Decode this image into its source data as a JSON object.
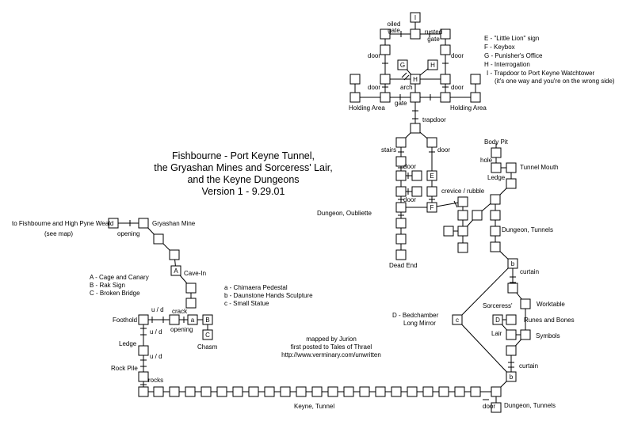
{
  "title": {
    "lines": [
      "Fishbourne - Port Keyne Tunnel,",
      "the Gryashan Mines and Sorceress' Lair,",
      "and the Keyne Dungeons",
      "Version 1 - 9.29.01"
    ]
  },
  "legend_top": [
    "E - \"Little Lion\" sign",
    "F - Keybox",
    "G - Punisher's Office",
    "H - Interrogation",
    "I - Trapdoor to Port Keyne Watchtower",
    "(it's one way and you're on the wrong side)"
  ],
  "legend_abc": [
    "A - Cage and Canary",
    "B - Rak Sign",
    "C - Broken Bridge"
  ],
  "legend_lower": [
    "a - Chimaera Pedestal",
    "b - Daunstone Hands Sculpture",
    "c - Small Statue"
  ],
  "legend_d": [
    "D - Bedchamber",
    "Long Mirror"
  ],
  "credits": [
    "mapped by Jurion",
    "first posted to Tales of Thrael",
    "http://www.verminary.com/unwritten"
  ],
  "room_letters": {
    "I": "I",
    "G": "G",
    "H": "H",
    "E": "E",
    "F": "F",
    "A": "A",
    "B": "B",
    "C": "C",
    "D": "D",
    "a": "a",
    "b1": "b",
    "b2": "b",
    "c": "c"
  },
  "labels": {
    "oiled_gate": [
      "oiled",
      "gate"
    ],
    "rusted_gate": [
      "rusted",
      "gate"
    ],
    "door_ul": "door",
    "door_ur": "door",
    "door_ll": "door",
    "door_lr": "door",
    "arch": "arch",
    "gate": "gate",
    "holding_left": "Holding Area",
    "holding_right": "Holding Area",
    "trapdoor": "trapdoor",
    "stairs": "stairs",
    "door_e": "door",
    "door_mid": "door",
    "door_f": "door",
    "crevice": "crevice / rubble",
    "dungeon_oubliette": "Dungeon, Oubliette",
    "dead_end": "Dead End",
    "body_pit": "Body Pit",
    "hole": "hole",
    "ledge_top": "Ledge",
    "tunnel_mouth": "Tunnel Mouth",
    "dungeon_tunnels_1": "Dungeon, Tunnels",
    "curtain_1": "curtain",
    "sorceress": "Sorceress'",
    "lair": "Lair",
    "worktable": "Worktable",
    "runes": "Runes and Bones",
    "symbols": "Symbols",
    "curtain_2": "curtain",
    "door_bottom": "door",
    "dungeon_tunnels_2": "Dungeon, Tunnels",
    "keyne_tunnel": "Keyne, Tunnel",
    "to_fishbourne": "to Fishbourne and High Pyne Weald",
    "see_map": "(see map)",
    "opening_1": "opening",
    "gryashan_mine": "Gryashan Mine",
    "cave_in": "Cave-In",
    "ud_1": "u / d",
    "crack": "crack",
    "foothold": "Foothold",
    "opening_2": "opening",
    "chasm": "Chasm",
    "ud_2": "u / d",
    "ledge_mine": "Ledge",
    "ud_3": "u / d",
    "rock_pile": "Rock Pile",
    "rocks": "rocks"
  }
}
